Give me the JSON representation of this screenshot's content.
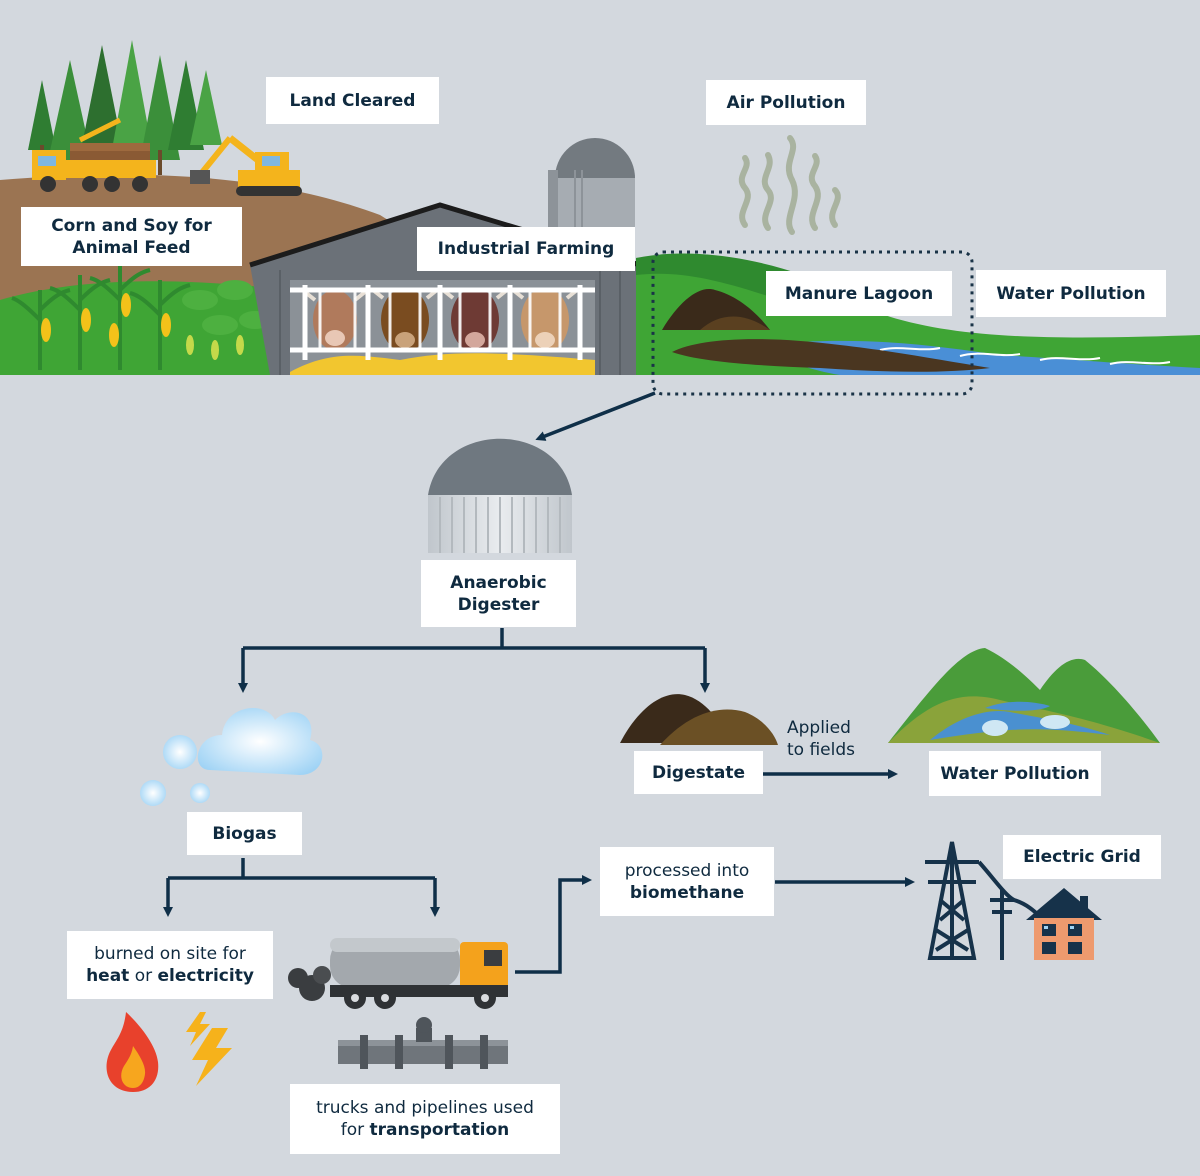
{
  "labels": {
    "land_cleared": "Land Cleared",
    "air_pollution": "Air Pollution",
    "corn_soy_line1": "Corn and Soy for",
    "corn_soy_line2": "Animal Feed",
    "industrial_farming": "Industrial Farming",
    "manure_lagoon": "Manure Lagoon",
    "water_pollution_top": "Water Pollution",
    "digester_line1": "Anaerobic",
    "digester_line2": "Digester",
    "digestate": "Digestate",
    "applied_line1": "Applied",
    "applied_line2": "to fields",
    "water_pollution_mid": "Water Pollution",
    "biogas": "Biogas",
    "burned_line1": "burned on site for",
    "burned_heat": "heat",
    "burned_or": " or ",
    "burned_electricity": "electricity",
    "processed_line1": "processed into",
    "processed_line2": "biomethane",
    "electric_grid": "Electric Grid",
    "trucks_line1": "trucks and pipelines used",
    "trucks_for": "for ",
    "trucks_transportation": "transportation"
  },
  "colors": {
    "background": "#d3d8de",
    "arrow": "#0f2f48",
    "label_text": "#0f2a3f",
    "grass": "#3fa535",
    "soil": "#9b7452",
    "water": "#4a8fd6",
    "truck_orange": "#f4a21c",
    "flame": "#e8412c",
    "bolt": "#f6b21b"
  },
  "icons": [
    "forest-icon",
    "logging-truck-icon",
    "excavator-icon",
    "corn-plants-icon",
    "barn-icon",
    "cows-icon",
    "silo-icon",
    "fumes-icon",
    "manure-pile-icon",
    "river-icon",
    "digester-dome-icon",
    "cloud-icon",
    "digestate-pile-icon",
    "polluted-lake-icon",
    "tanker-truck-icon",
    "pipeline-icon",
    "flame-icon",
    "lightning-icon",
    "power-tower-icon",
    "house-icon"
  ]
}
